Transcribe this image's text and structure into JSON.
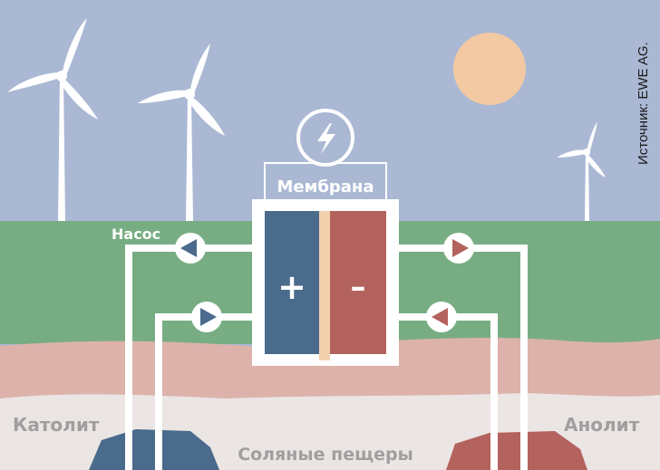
{
  "labels": {
    "pump": "Насос",
    "membrane": "Мембрана",
    "catholyte": "Католит",
    "anolyte": "Анолит",
    "salt_caverns": "Соляные пещеры",
    "source": "Источник: EWE AG.",
    "plus": "+",
    "minus": "–"
  },
  "icons": {
    "power": "lightning-bolt-icon",
    "pump": "pump-triangle-icon"
  },
  "colors": {
    "sky": "#aab8d4",
    "grass": "#78ad83",
    "soil_pink": "#dcb2ab",
    "soil_light": "#ebe5e4",
    "sun": "#f2c9a2",
    "catholyte": "#4a6b8c",
    "anolyte": "#b4625d",
    "membrane": "#f1d0ae",
    "pipe": "#ffffff"
  }
}
